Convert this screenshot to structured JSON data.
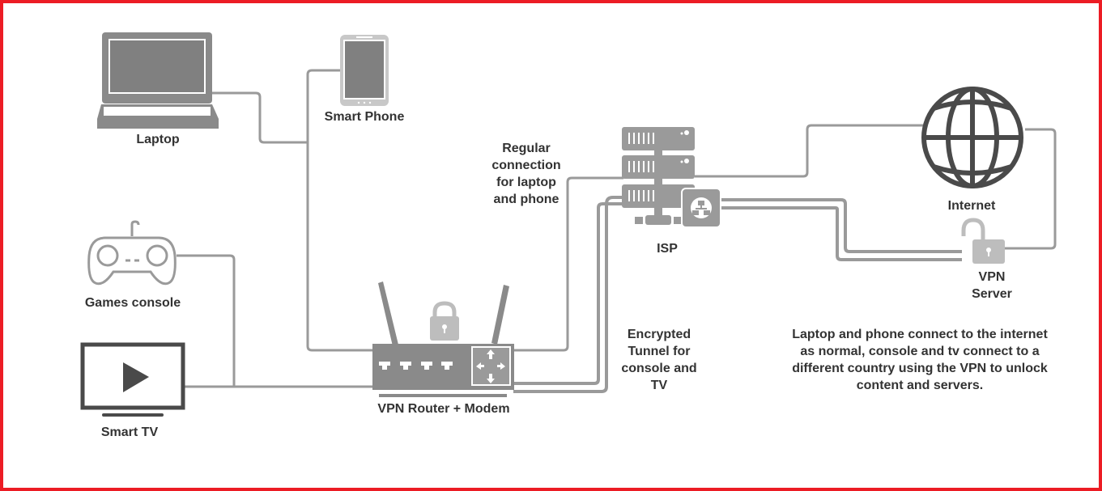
{
  "diagram": {
    "title": "VPN Router network diagram",
    "colors": {
      "border": "#ec1c24",
      "device": "#8a8a8a",
      "device_light": "#bdbdbd",
      "line": "#9a9a9a",
      "text": "#333333",
      "globe": "#4a4a4a"
    },
    "nodes": {
      "laptop": {
        "label": "Laptop",
        "icon": "laptop-icon"
      },
      "smart_phone": {
        "label": "Smart Phone",
        "icon": "smartphone-icon"
      },
      "games_console": {
        "label": "Games console",
        "icon": "gamepad-icon"
      },
      "smart_tv": {
        "label": "Smart TV",
        "icon": "tv-play-icon"
      },
      "router": {
        "label": "VPN Router + Modem",
        "icon": "router-icon"
      },
      "isp": {
        "label": "ISP",
        "icon": "server-rack-icon"
      },
      "internet": {
        "label": "Internet",
        "icon": "globe-icon"
      },
      "vpn_server": {
        "label_line1": "VPN",
        "label_line2": "Server",
        "icon": "unlocked-padlock-icon"
      }
    },
    "annotations": {
      "regular": [
        "Regular",
        "connection",
        "for laptop",
        "and phone"
      ],
      "tunnel": [
        "Encrypted",
        "Tunnel for",
        "console and",
        "TV"
      ],
      "summary": [
        "Laptop and phone connect to the internet",
        "as normal, console and tv connect to a",
        "different country using the VPN to unlock",
        "content and servers."
      ]
    },
    "edges": [
      {
        "from": "laptop",
        "to": "router",
        "type": "regular"
      },
      {
        "from": "smart_phone",
        "to": "router",
        "type": "regular"
      },
      {
        "from": "games_console",
        "to": "router",
        "type": "tunnel"
      },
      {
        "from": "smart_tv",
        "to": "router",
        "type": "tunnel"
      },
      {
        "from": "router",
        "to": "isp",
        "type": "regular"
      },
      {
        "from": "isp",
        "to": "internet",
        "type": "regular"
      },
      {
        "from": "router",
        "to": "isp",
        "type": "encrypted-tunnel"
      },
      {
        "from": "isp",
        "to": "vpn_server",
        "type": "encrypted-tunnel"
      },
      {
        "from": "vpn_server",
        "to": "internet",
        "type": "regular"
      }
    ]
  }
}
